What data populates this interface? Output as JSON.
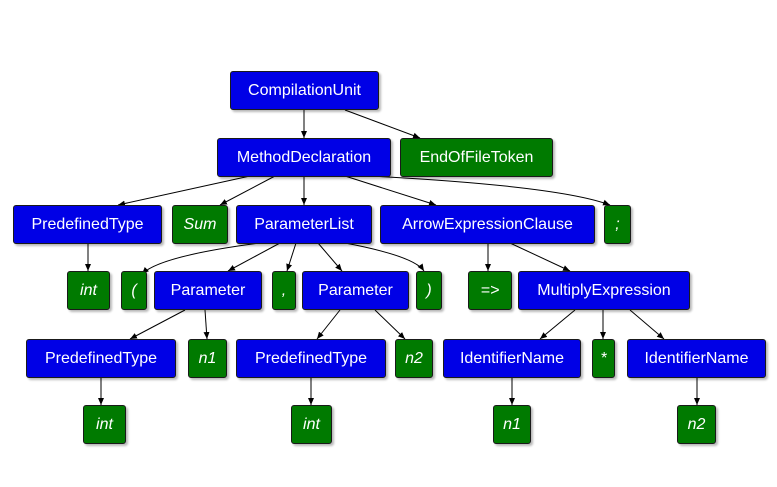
{
  "tree": {
    "root": {
      "label": "CompilationUnit",
      "kind": "node"
    },
    "method_decl": {
      "label": "MethodDeclaration",
      "kind": "node"
    },
    "eof": {
      "label": "EndOfFileToken",
      "kind": "token"
    },
    "predef_ret": {
      "label": "PredefinedType",
      "kind": "node"
    },
    "sum": {
      "label": "Sum",
      "kind": "token"
    },
    "param_list": {
      "label": "ParameterList",
      "kind": "node"
    },
    "arrow_clause": {
      "label": "ArrowExpressionClause",
      "kind": "node"
    },
    "semicolon": {
      "label": ";",
      "kind": "token"
    },
    "int_ret": {
      "label": "int",
      "kind": "token"
    },
    "open_paren": {
      "label": "(",
      "kind": "token"
    },
    "param1": {
      "label": "Parameter",
      "kind": "node"
    },
    "comma": {
      "label": ",",
      "kind": "token"
    },
    "param2": {
      "label": "Parameter",
      "kind": "node"
    },
    "close_paren": {
      "label": ")",
      "kind": "token"
    },
    "arrow": {
      "label": "=>",
      "kind": "token"
    },
    "mult_expr": {
      "label": "MultiplyExpression",
      "kind": "node"
    },
    "predef_p1": {
      "label": "PredefinedType",
      "kind": "node"
    },
    "n1_p": {
      "label": "n1",
      "kind": "token"
    },
    "predef_p2": {
      "label": "PredefinedType",
      "kind": "node"
    },
    "n2_p": {
      "label": "n2",
      "kind": "token"
    },
    "ident1": {
      "label": "IdentifierName",
      "kind": "node"
    },
    "star": {
      "label": "*",
      "kind": "token"
    },
    "ident2": {
      "label": "IdentifierName",
      "kind": "node"
    },
    "int_p1": {
      "label": "int",
      "kind": "token"
    },
    "int_p2": {
      "label": "int",
      "kind": "token"
    },
    "n1_ref": {
      "label": "n1",
      "kind": "token"
    },
    "n2_ref": {
      "label": "n2",
      "kind": "token"
    }
  },
  "colors": {
    "node": "#0000e6",
    "token": "#007a00",
    "edge": "#000000"
  }
}
